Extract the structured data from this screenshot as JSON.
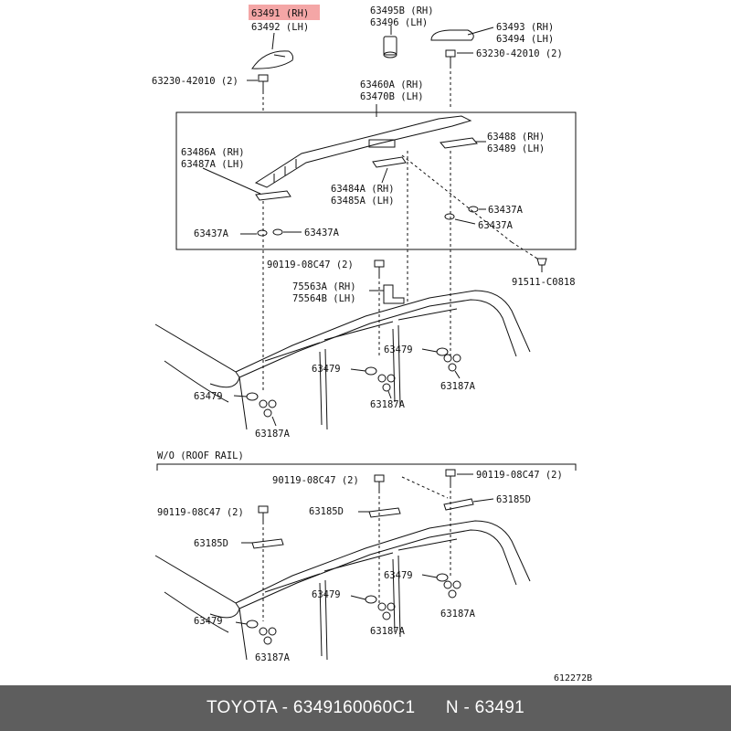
{
  "colors": {
    "highlight": "#f4a6a6",
    "footer_bg": "#5e5e5e",
    "footer_text": "#ffffff",
    "ink": "#111111"
  },
  "labels": {
    "p63491": "63491 (RH)",
    "p63492": "63492 (LH)",
    "p63495b": "63495B (RH)",
    "p63496": "63496 (LH)",
    "p63493": "63493 (RH)",
    "p63494": "63494 (LH)",
    "bolt_a_left": "63230-42010 (2)",
    "bolt_a_right": "63230-42010 (2)",
    "p63460a": "63460A (RH)",
    "p63470b": "63470B (LH)",
    "p63488": "63488 (RH)",
    "p63489": "63489 (LH)",
    "p63486a": "63486A (RH)",
    "p63487a": "63487A (LH)",
    "p63484a": "63484A (RH)",
    "p63485a": "63485A (LH)",
    "p63437a_1": "63437A",
    "p63437a_2": "63437A",
    "p63437a_3": "63437A",
    "p63437a_4": "63437A",
    "screw_91511": "91511-C0818",
    "bolt_90119_top": "90119-08C47 (2)",
    "p75563a": "75563A (RH)",
    "p75564b": "75564B (LH)",
    "p63479_1": "63479",
    "p63479_2": "63479",
    "p63479_3": "63479",
    "p63187a_1": "63187A",
    "p63187a_2": "63187A",
    "p63187a_3": "63187A",
    "wo_roof_rail": "W/O (ROOF  RAIL)",
    "bolt_90119_a": "90119-08C47 (2)",
    "bolt_90119_b": "90119-08C47 (2)",
    "bolt_90119_c": "90119-08C47 (2)",
    "p63185d_1": "63185D",
    "p63185d_2": "63185D",
    "p63185d_3": "63185D",
    "p63479_4": "63479",
    "p63479_5": "63479",
    "p63479_6": "63479",
    "p63187a_4": "63187A",
    "p63187a_5": "63187A",
    "p63187a_6": "63187A",
    "figure_code": "612272B"
  },
  "footer": {
    "text": "TOYOTA - 6349160060C1      N - 63491"
  }
}
